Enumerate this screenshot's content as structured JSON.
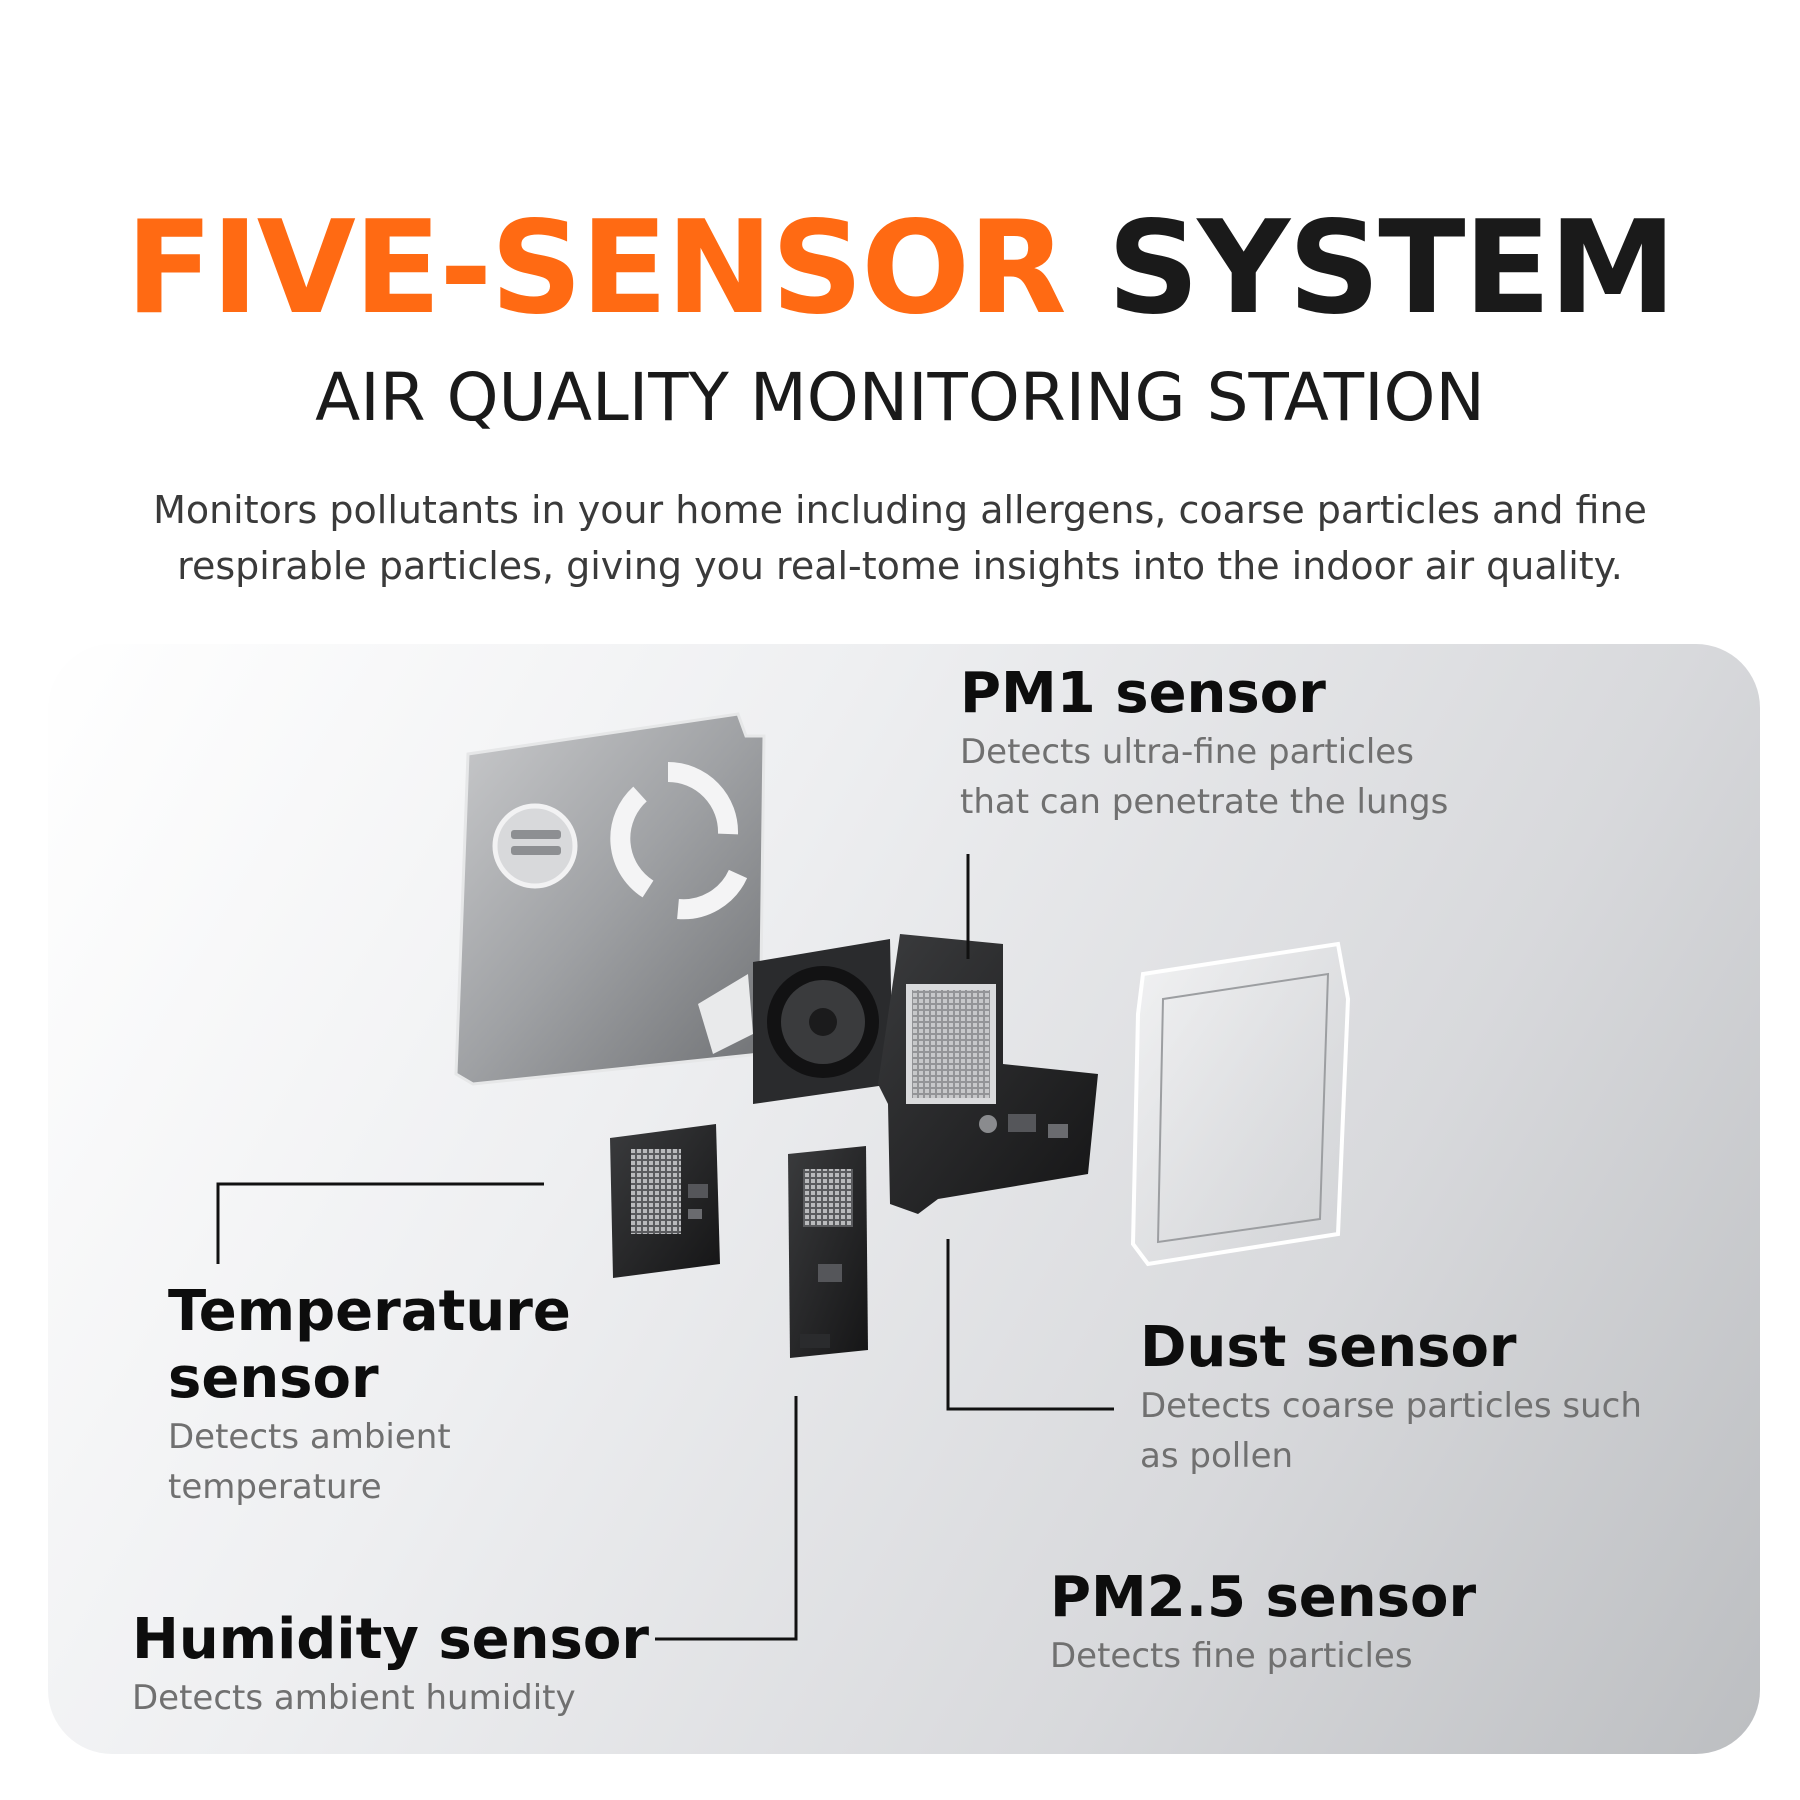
{
  "header": {
    "title_accent": "FIVE-SENSOR",
    "title_rest": "SYSTEM",
    "subtitle": "AIR QUALITY MONITORING STATION",
    "intro_line1": "Monitors pollutants in your home including allergens, coarse particles and fine",
    "intro_line2": "respirable particles, giving you real-tome insights into the indoor air quality."
  },
  "colors": {
    "accent": "#ff6a13",
    "dark": "#1a1a1a",
    "description": "#707070"
  },
  "sensors": {
    "pm1": {
      "title": "PM1 sensor",
      "desc_line1": "Detects ultra-fine particles",
      "desc_line2": "that can penetrate the lungs"
    },
    "temperature": {
      "title_line1": "Temperature",
      "title_line2": "sensor",
      "desc_line1": "Detects ambient",
      "desc_line2": "temperature"
    },
    "dust": {
      "title": "Dust sensor",
      "desc_line1": "Detects coarse particles such",
      "desc_line2": "as pollen"
    },
    "pm25": {
      "title": "PM2.5 sensor",
      "desc_line1": "Detects fine particles"
    },
    "humidity": {
      "title": "Humidity sensor",
      "desc_line1": "Detects ambient humidity"
    }
  }
}
